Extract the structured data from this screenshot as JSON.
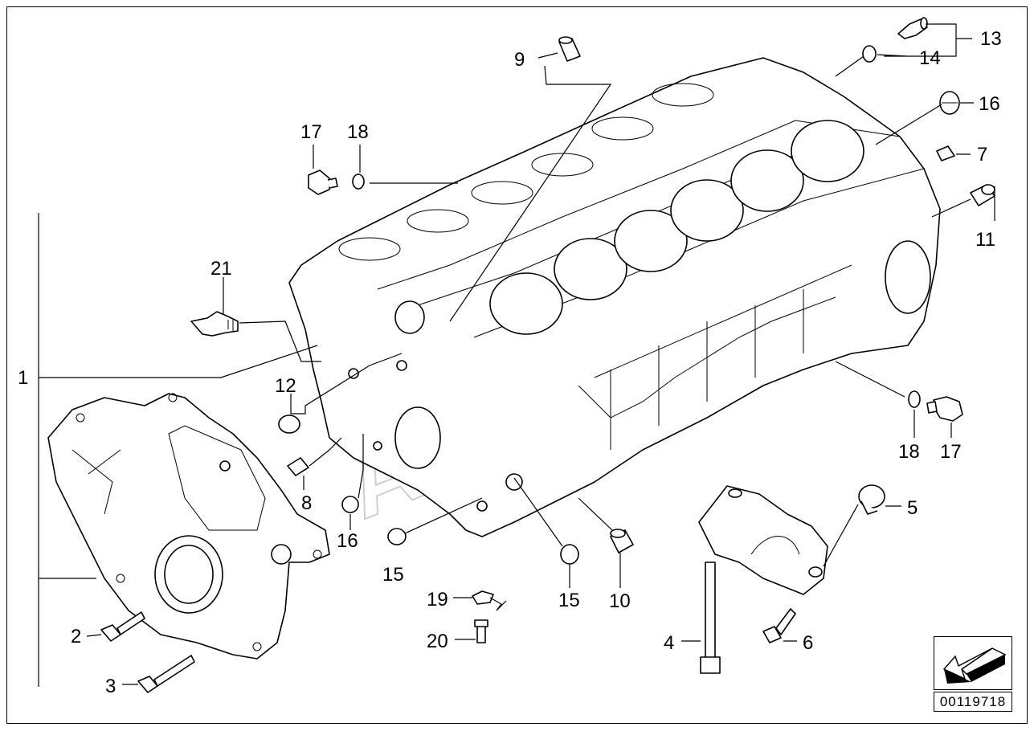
{
  "diagram": {
    "watermark": "Autosoft",
    "document_number": "00119718",
    "callouts": {
      "c1": "1",
      "c2": "2",
      "c3": "3",
      "c4": "4",
      "c5": "5",
      "c6": "6",
      "c7": "7",
      "c8": "8",
      "c9": "9",
      "c10": "10",
      "c11": "11",
      "c12": "12",
      "c13": "13",
      "c14": "14",
      "c15a": "15",
      "c15b": "15",
      "c16a": "16",
      "c16b": "16",
      "c17a": "17",
      "c17b": "17",
      "c18a": "18",
      "c18b": "18",
      "c19": "19",
      "c20": "20",
      "c21": "21"
    }
  },
  "navigation": {
    "icon": "arrow-icon"
  }
}
